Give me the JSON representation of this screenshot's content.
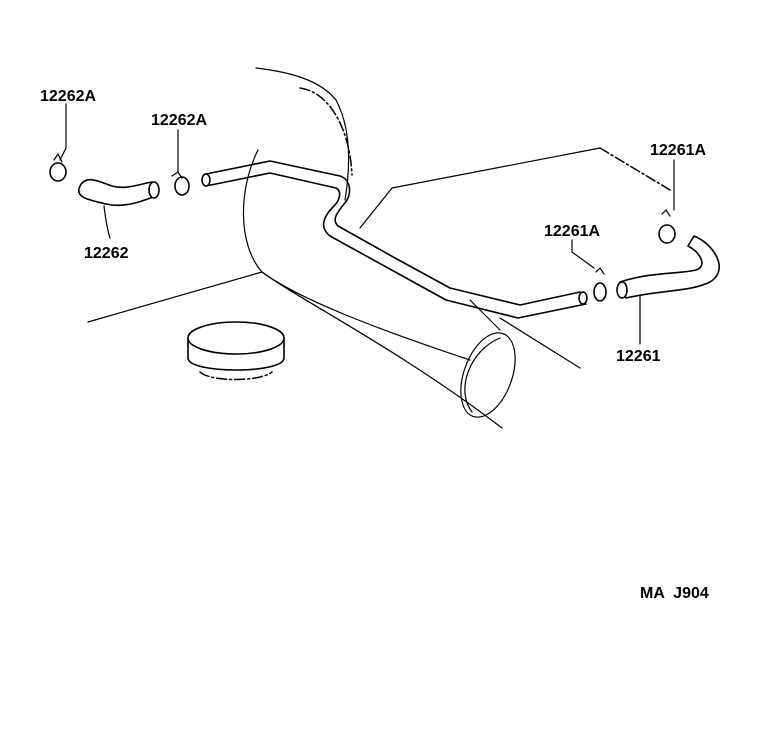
{
  "labels": {
    "clamp_left_1": "12262A",
    "clamp_left_2": "12262A",
    "hose_left": "12262",
    "clamp_right_1": "12261A",
    "clamp_right_2": "12261A",
    "hose_right": "12261"
  },
  "diagram_code": "MA  J904"
}
